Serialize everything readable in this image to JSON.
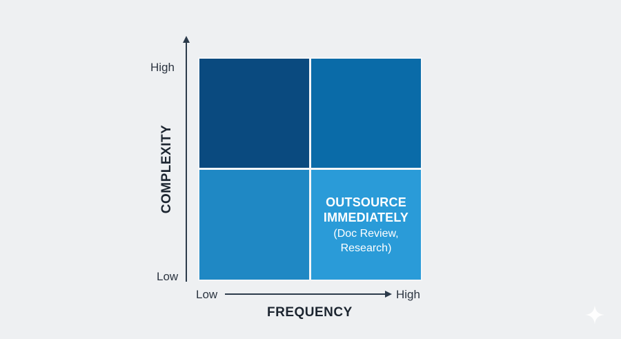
{
  "y_axis": {
    "title": "COMPLEXITY",
    "high_label": "High",
    "low_label": "Low"
  },
  "x_axis": {
    "title": "FREQUENCY",
    "low_label": "Low",
    "high_label": "High"
  },
  "quadrants": {
    "top_left": {
      "title": "",
      "subtitle": "",
      "color": "#0a4a7f"
    },
    "top_right": {
      "title": "",
      "subtitle": "",
      "color": "#0a6ba8"
    },
    "bottom_left": {
      "title": "",
      "subtitle": "",
      "color": "#1f88c4"
    },
    "bottom_right": {
      "title_line1": "OUTSOURCE",
      "title_line2": "IMMEDIATELY",
      "subtitle_line1": "(Doc Review,",
      "subtitle_line2": "Research)",
      "color": "#2a9bd8"
    }
  },
  "icons": {
    "corner_mark": "sparkle-icon"
  }
}
